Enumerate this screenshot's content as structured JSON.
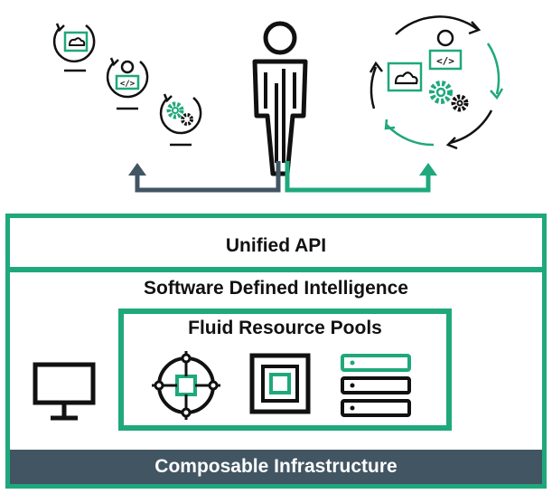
{
  "layers": {
    "unified_api": "Unified API",
    "software_defined_intelligence": "Software Defined Intelligence",
    "fluid_resource_pools": "Fluid Resource Pools",
    "composable_infrastructure": "Composable Infrastructure"
  },
  "icons": {
    "person": "person-icon",
    "left_workloads": [
      "cloud-app-icon",
      "developer-icon",
      "gears-icon"
    ],
    "right_cycle": [
      "cloud-app-icon",
      "developer-icon",
      "gears-icon",
      "cycle-arrows-icon"
    ],
    "pools": [
      "compute-node-icon",
      "storage-square-icon",
      "fabric-stack-icon"
    ],
    "device": "monitor-icon"
  },
  "colors": {
    "accent_green": "#1fa87c",
    "slate": "#425563",
    "ink": "#111111"
  }
}
